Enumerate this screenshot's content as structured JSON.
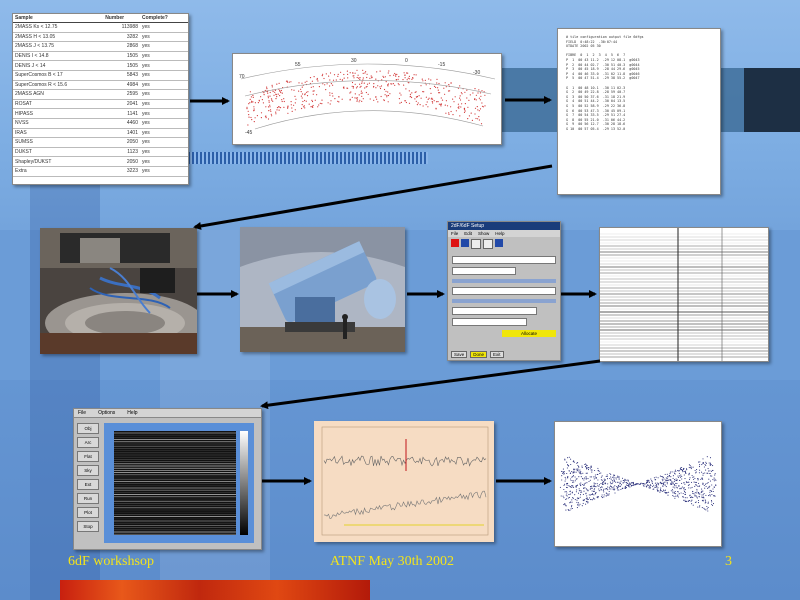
{
  "slide": {
    "footer_left": "6dF workshsop",
    "footer_center": "ATNF May 30th 2002",
    "page_number": "3"
  },
  "colors": {
    "footer_text": "#f4e41a",
    "arrow": "#000000",
    "background": "#6f9fd6"
  },
  "survey_table": {
    "headers": [
      "Sample",
      "Number",
      "Complete?"
    ],
    "rows": [
      [
        "2MASS Ks < 12.75",
        "113988",
        "yes"
      ],
      [
        "2MASS H < 13.05",
        "3282",
        "yes"
      ],
      [
        "2MASS J < 13.75",
        "2868",
        "yes"
      ],
      [
        "DENIS I < 14.8",
        "1505",
        "yes"
      ],
      [
        "DENIS J < 14",
        "1505",
        "yes"
      ],
      [
        "SuperCosmos B < 17",
        "5843",
        "yes"
      ],
      [
        "SuperCosmos R < 15.6",
        "4984",
        "yes"
      ],
      [
        "2MASS AGN",
        "2595",
        "yes"
      ],
      [
        "ROSAT",
        "2041",
        "yes"
      ],
      [
        "HIPASS",
        "1141",
        "yes"
      ],
      [
        "NVSS",
        "4460",
        "yes"
      ],
      [
        "IRAS",
        "1401",
        "yes"
      ],
      [
        "SUMSS",
        "2050",
        "yes"
      ],
      [
        "DUKST",
        "1123",
        "yes"
      ],
      [
        "Shapley/DUKST",
        "2050",
        "yes"
      ],
      [
        "Extra",
        "3223",
        "yes"
      ]
    ]
  },
  "text_file": {
    "lines": [
      "# tile configuration output file 6dfgs",
      "FIELD  0:48:22  -30:07:44",
      "UTDATE 2002 05 30",
      "",
      "FIBRE  0  1  2  3  4  5  6  7",
      "P  1  00 43 11.2  -29 12 08.1  g0043",
      "P  2  00 44 02.7  -30 51 40.3  g0044",
      "P  3  00 45 18.9  -28 44 29.6  g0045",
      "P  4  00 46 33.0  -31 02 11.8  g0046",
      "P  5  00 47 51.4  -29 38 55.2  g0047",
      "",
      "G  1  00 48 10.1  -30 11 02.3",
      "G  2  00 49 22.8  -28 59 40.7",
      "G  3  00 50 37.6  -31 18 21.9",
      "G  4  00 51 44.2  -30 04 13.5",
      "G  5  00 52 58.9  -29 22 36.8",
      "G  6  00 53 47.3  -30 45 09.1",
      "G  7  00 54 33.5  -29 51 27.4",
      "G  8  00 55 21.0  -31 06 44.2",
      "G  9  00 56 12.7  -30 28 18.6",
      "G 10  00 57 05.4  -29 13 52.0"
    ]
  },
  "gui_window": {
    "title": "2dF/6dF Setup",
    "menu": [
      "File",
      "Edit",
      "Show",
      "Help"
    ],
    "status": "Allocate",
    "buttons": [
      "Save",
      "Done",
      "Exit"
    ]
  },
  "reduce_window": {
    "menu": [
      "File",
      "Options",
      "Help"
    ],
    "side_buttons": [
      "Obj",
      "Arc",
      "Flat",
      "Sky",
      "Ext",
      "Run",
      "Plot",
      "Stop"
    ]
  },
  "field_plot": {
    "tick_labels": [
      "70",
      "55",
      "30",
      "0",
      "-15",
      "-30",
      "-45"
    ]
  }
}
